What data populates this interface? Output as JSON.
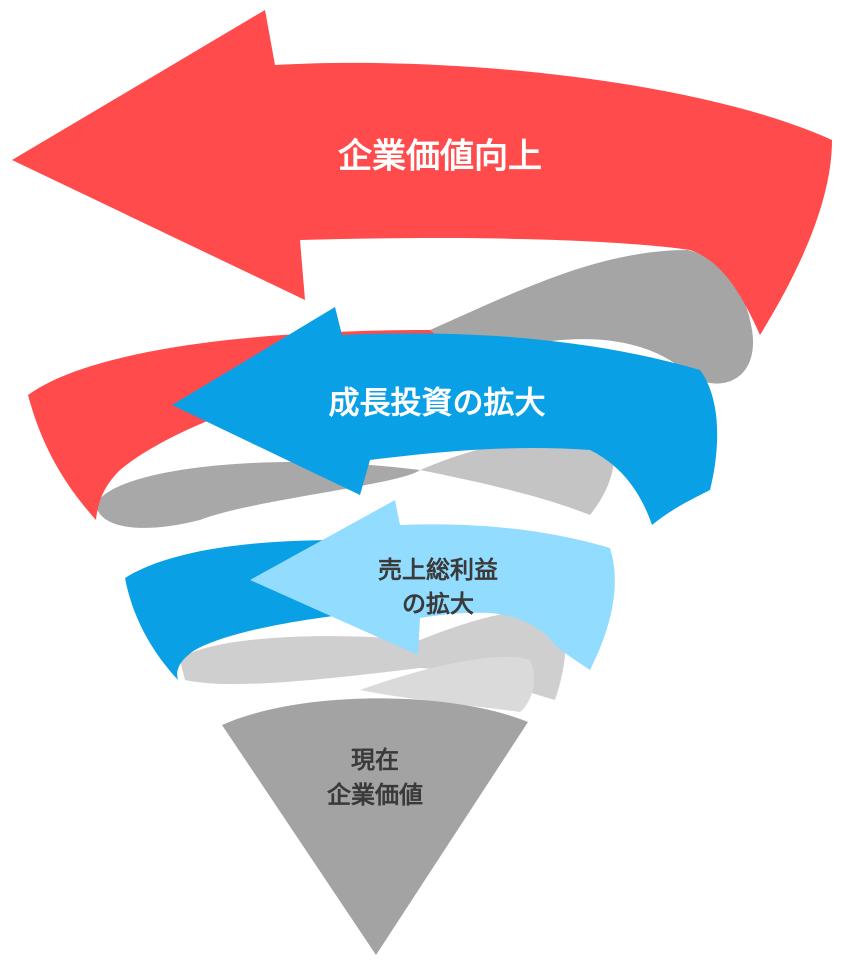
{
  "diagram": {
    "colors": {
      "red": "#ff4b4b",
      "blue": "#0aa0e6",
      "light_blue": "#92dcff",
      "gray_dark": "#a3a3a3",
      "gray_mid": "#bdbdbd",
      "gray_light": "#d6d6d6",
      "text_white": "#ffffff",
      "text_dark": "#3a3a3a"
    },
    "tiers": {
      "top": {
        "label": "企業価値向上"
      },
      "second": {
        "label": "成長投資の拡大"
      },
      "third": {
        "line1": "売上総利益",
        "line2": "の拡大"
      },
      "base": {
        "line1": "現在",
        "line2": "企業価値"
      }
    }
  }
}
